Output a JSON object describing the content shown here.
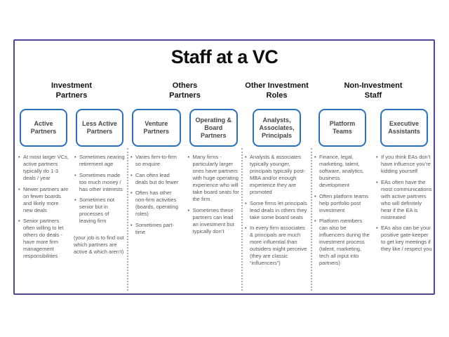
{
  "title": "Staff at a VC",
  "colors": {
    "frame_border": "#53439a",
    "box_border": "#2a70c0",
    "separator_dotted": "#a3b2c0",
    "bullet_text": "#575757",
    "header_text": "#111111"
  },
  "groups": [
    {
      "header_line1": "Investment",
      "header_line2": "Partners",
      "columns": [
        {
          "box": "Active Partners",
          "bullets": [
            "At most larger VCs, active partners typically do 1-3 deals / year",
            "Newer partners are on fewer boards and likely more new deals",
            "Senior partners often willing to let others do deals - have more firm management responsibilities"
          ]
        },
        {
          "box": "Less Active Partners",
          "bullets": [
            "Sometimes nearing retirement age",
            "Sometimes made too much money / has other interests",
            "Sometimes not senior but in processes of leaving firm"
          ],
          "note": "(your job is to find out which partners are active & which aren’t)"
        }
      ]
    },
    {
      "header_line1": "Others",
      "header_line2": "Partners",
      "columns": [
        {
          "box": "Venture Partners",
          "bullets": [
            "Varies firm-to-firm so enquire",
            "Can often lead deals but do fewer",
            "Often has other non-firm activities (boards, operating roles)",
            "Sometimes part-time"
          ]
        },
        {
          "box": "Operating & Board Partners",
          "bullets": [
            "Many firms - particularly larger ones have partners with huge operating experience who will take board seats for the firm.",
            "Sometimes these partners can lead an investment but typically don’t"
          ]
        }
      ]
    },
    {
      "header_line1": "Other Investment",
      "header_line2": "Roles",
      "columns": [
        {
          "box": "Analysts, Associates, Principals",
          "bullets": [
            "Analysts & associates typically younger, principals typically post-MBA and/or enough experience they are promoted",
            "Some firms let principals lead deals in others they take some board seats",
            "In every firm associates & principals are much more influential than outsiders might perceive (they are classic “influencers”)"
          ]
        }
      ]
    },
    {
      "header_line1": "Non-Investment",
      "header_line2": "Staff",
      "columns": [
        {
          "box": "Platform Teams",
          "bullets": [
            "Finance, legal, marketing, talent, software, analytics, business development",
            "Often platform teams help portfolio post investment",
            "Platform members can also be influencers during the investment process (talent, marketing, tech all input into partners)"
          ]
        },
        {
          "box": "Executive Assistants",
          "bullets": [
            "If you think EAs don’t have influence you’re kidding yourself",
            "EAs often have the most communications with active partners who will definitely hear if the EA is mistreated",
            "EAs also can be your positive gate-keeper to get key meetings if they like / respect you"
          ]
        }
      ]
    }
  ]
}
